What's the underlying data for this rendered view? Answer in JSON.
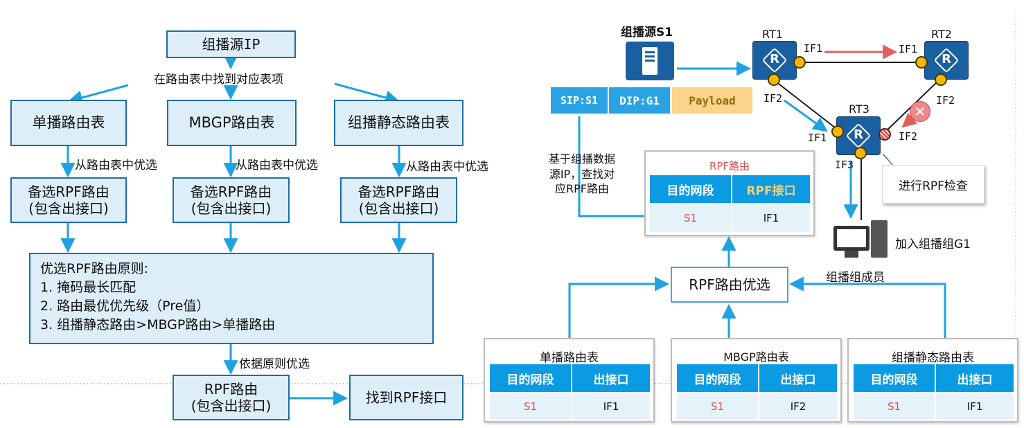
{
  "left_flow": {
    "source": "组播源IP",
    "lookup": "在路由表中找到对应表项",
    "tables": [
      "单播路由表",
      "MBGP路由表",
      "组播静态路由表"
    ],
    "select_label": "从路由表中优选",
    "candidate_line1": "备选RPF路由",
    "candidate_line2": "(包含出接口)",
    "principles": {
      "title": "优选RPF路由原则:",
      "items": [
        "1.  掩码最长匹配",
        "2.  路由最优优先级（Pre值）",
        "3.  组播静态路由>MBGP路由>单播路由"
      ]
    },
    "by_principle": "依据原则优选",
    "rpf_route_line1": "RPF路由",
    "rpf_route_line2": "(包含出接口)",
    "find_interface": "找到RPF接口"
  },
  "topology": {
    "source_label": "组播源S1",
    "routers": [
      "RT1",
      "RT2",
      "RT3"
    ],
    "interfaces": {
      "rt1_if1": "IF1",
      "rt1_if2": "IF2",
      "rt2_if1": "IF1",
      "rt2_if2": "IF2",
      "rt3_if1": "IF1",
      "rt3_if2": "IF2",
      "rt3_if3": "IF3"
    },
    "packet": {
      "sip": "SIP:S1",
      "dip": "DIP:G1",
      "payload": "Payload"
    },
    "lookup_note": [
      "基于组播数据",
      "源IP，查找对",
      "应RPF路由"
    ],
    "rpf_check": "进行RPF检查",
    "join_label": "加入组播组G1",
    "member_label": "组播组成员",
    "rpf_select": "RPF路由优选",
    "router_icon_letter": "R"
  },
  "rpf_table": {
    "title": "RPF路由",
    "headers": [
      "目的网段",
      "RPF接口"
    ],
    "row": [
      "S1",
      "IF1"
    ]
  },
  "route_tables": [
    {
      "title": "单播路由表",
      "headers": [
        "目的网段",
        "出接口"
      ],
      "row": [
        "S1",
        "IF1"
      ]
    },
    {
      "title": "MBGP路由表",
      "headers": [
        "目的网段",
        "出接口"
      ],
      "row": [
        "S1",
        "IF2"
      ]
    },
    {
      "title": "组播静态路由表",
      "headers": [
        "目的网段",
        "出接口"
      ],
      "row": [
        "S1",
        "IF1"
      ]
    }
  ],
  "colors": {
    "box_fill": "#ddeef8",
    "box_border": "#1a6fa8",
    "arrow": "#1ea2e0",
    "header": "#0a9be3",
    "router": "#1a5fa0",
    "port": "#f5b800",
    "fail": "#e05050"
  }
}
